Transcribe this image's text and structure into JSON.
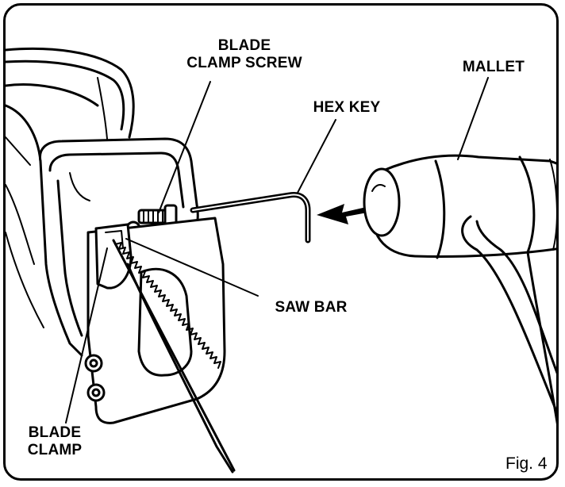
{
  "figure": {
    "label": "Fig. 4",
    "callouts": {
      "blade_clamp_screw": "BLADE\nCLAMP SCREW",
      "hex_key": "HEX KEY",
      "mallet": "MALLET",
      "saw_bar": "SAW BAR",
      "blade_clamp": "BLADE\nCLAMP"
    }
  }
}
